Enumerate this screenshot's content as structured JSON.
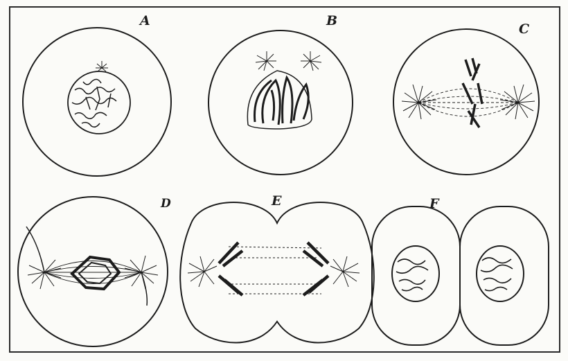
{
  "figure": {
    "panels": [
      {
        "id": "a",
        "label": "A"
      },
      {
        "id": "b",
        "label": "B"
      },
      {
        "id": "c",
        "label": "C"
      },
      {
        "id": "d",
        "label": "D"
      },
      {
        "id": "e",
        "label": "E"
      },
      {
        "id": "f",
        "label": "F"
      }
    ]
  },
  "colors": {
    "ink": "#1c1c1c",
    "paper": "#fbfbf8"
  }
}
